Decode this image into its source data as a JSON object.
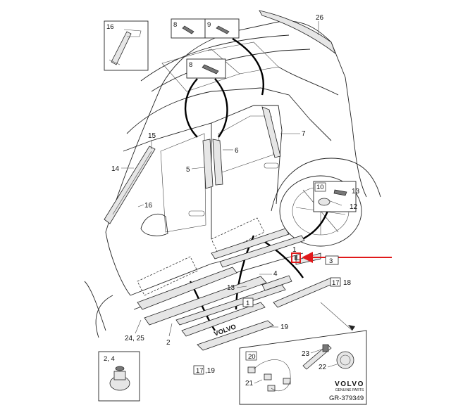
{
  "callouts": {
    "c26": "26",
    "c16top": "16",
    "c8a": "8",
    "c9": "9",
    "c8b": "8",
    "c15": "15",
    "c14": "14",
    "c7": "7",
    "c6": "6",
    "c5": "5",
    "c16": "16",
    "c10": "10",
    "c13a": "13",
    "c12": "12",
    "c1": "1",
    "c3": "3",
    "c4": "4",
    "c13": "13",
    "c17a": "17",
    "c18": "18",
    "c19": "19",
    "c2": "2",
    "c2425": "24, 25",
    "c1719": "17",
    "c19b": ",19",
    "c23": "23",
    "c20": "20",
    "c21": "21",
    "c22": "22",
    "c24": "2, 4"
  },
  "emblem": {
    "text": "VOLVO"
  },
  "brand": {
    "name": "VOLVO",
    "sub": "GENUINE PARTS"
  },
  "figure_id": "GR-379349",
  "colors": {
    "highlight": "#e0191b",
    "ink": "#222222"
  }
}
